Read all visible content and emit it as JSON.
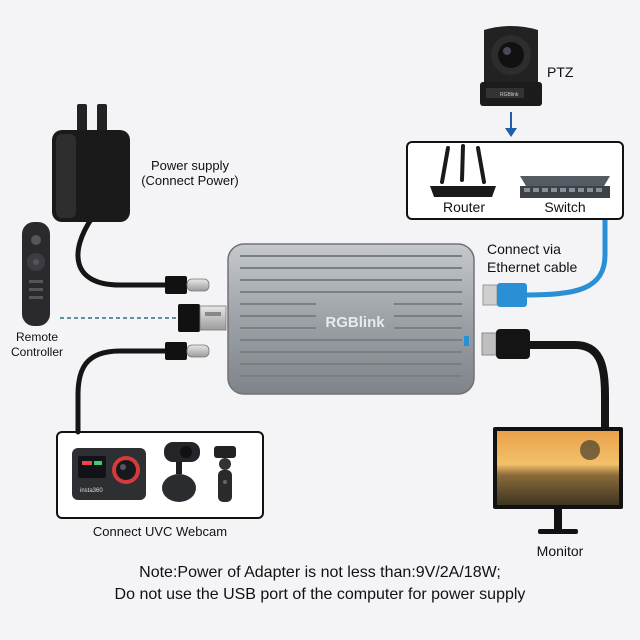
{
  "labels": {
    "ptz": "PTZ",
    "power_supply_line1": "Power supply",
    "power_supply_line2": "(Connect Power)",
    "router": "Router",
    "switch": "Switch",
    "ethernet_line1": "Connect via",
    "ethernet_line2": "Ethernet cable",
    "remote_line1": "Remote",
    "remote_line2": "Controller",
    "webcam": "Connect UVC Webcam",
    "monitor": "Monitor",
    "brand": "RGBlink",
    "camera_brand": "RGBlink",
    "action_cam_brand": "insta360"
  },
  "note": {
    "line1": "Note:Power of Adapter is not less than:9V/2A/18W;",
    "line2": "Do not use the USB port of the computer for power supply"
  },
  "colors": {
    "ethernet_cable": "#2b8fd6",
    "device_body": "#9ea3a8",
    "cable": "#151515",
    "arrow": "#1f5ea8",
    "remote_link": "#2c6f86"
  },
  "icons": [
    "power-adapter-icon",
    "remote-control-icon",
    "ptz-camera-icon",
    "router-icon",
    "switch-icon",
    "monitor-icon",
    "action-camera-icon",
    "webcam-icon",
    "gimbal-camera-icon",
    "usb-c-connector-icon",
    "usb-a-connector-icon",
    "hdmi-connector-icon",
    "rj45-connector-icon"
  ]
}
